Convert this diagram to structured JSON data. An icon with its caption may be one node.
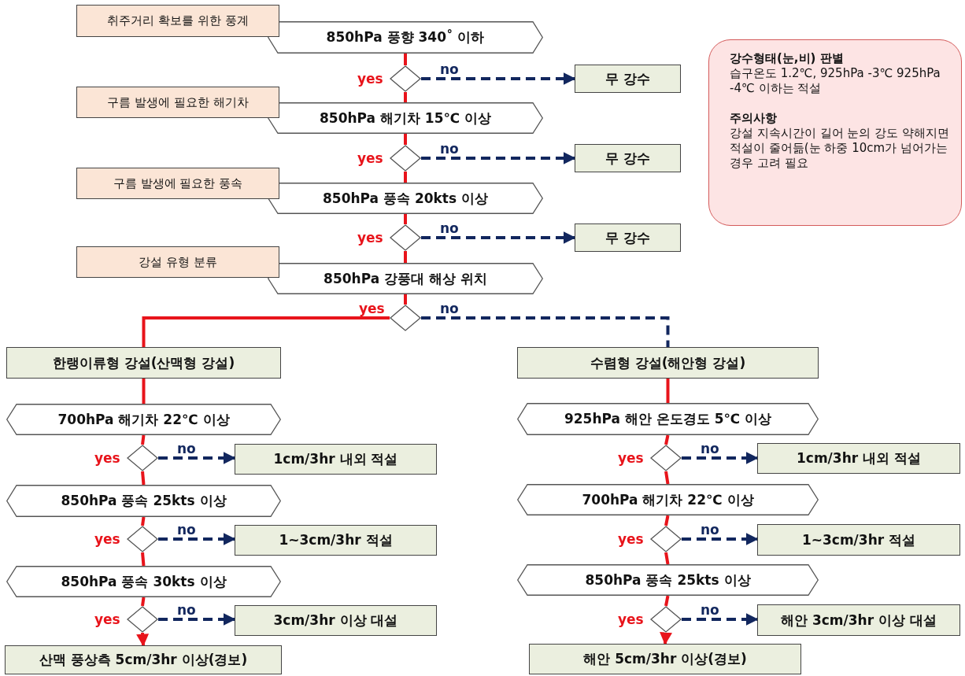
{
  "diagram": {
    "nodes": [
      {
        "text": [
          "취주거리 확보를 위한 풍계"
        ]
      },
      {
        "text": [
          "850hPa 풍향 340˚ 이하"
        ]
      },
      {
        "text": [],
        "shape": "diamond"
      },
      {
        "text": [
          "무 강수"
        ]
      },
      {
        "text": [
          "구름 발생에 필요한 해기차"
        ]
      },
      {
        "text": [
          "850hPa 해기차 15℃ 이상"
        ]
      },
      {
        "text": [],
        "shape": "diamond"
      },
      {
        "text": [
          "무 강수"
        ]
      },
      {
        "text": [
          "구름 발생에 필요한 풍속"
        ]
      },
      {
        "text": [
          "850hPa 풍속 20kts 이상"
        ]
      },
      {
        "text": [],
        "shape": "diamond"
      },
      {
        "text": [
          "무 강수"
        ]
      },
      {
        "text": [
          "강설 유형 분류"
        ]
      },
      {
        "text": [
          "850hPa 강풍대 해상 위치"
        ]
      },
      {
        "text": [],
        "shape": "diamond"
      },
      {
        "text": [
          "한랭이류형 강설(산맥형 강설)"
        ]
      },
      {
        "text": [
          "수렴형 강설(해안형 강설)"
        ]
      },
      {
        "text": [
          "700hPa 해기차 22℃ 이상"
        ]
      },
      {
        "text": [],
        "shape": "diamond"
      },
      {
        "text": [
          "1cm/3hr 내외 적설"
        ]
      },
      {
        "text": [
          "850hPa 풍속 25kts 이상"
        ]
      },
      {
        "text": [],
        "shape": "diamond"
      },
      {
        "text": [
          "1~3cm/3hr 적설"
        ]
      },
      {
        "text": [
          "850hPa 풍속 30kts 이상"
        ]
      },
      {
        "text": [],
        "shape": "diamond"
      },
      {
        "text": [
          "3cm/3hr 이상 대설"
        ]
      },
      {
        "text": [
          "산맥 풍상측 5cm/3hr 이상(경보)"
        ]
      },
      {
        "text": [
          "925hPa 해안 온도경도 5℃ 이상"
        ]
      },
      {
        "text": [],
        "shape": "diamond"
      },
      {
        "text": [
          "1cm/3hr 내외 적설"
        ]
      },
      {
        "text": [
          "700hPa 해기차 22℃ 이상"
        ]
      },
      {
        "text": [],
        "shape": "diamond"
      },
      {
        "text": [
          "1~3cm/3hr 적설"
        ]
      },
      {
        "text": [
          "850hPa 풍속 25kts 이상"
        ]
      },
      {
        "text": [],
        "shape": "diamond"
      },
      {
        "text": [
          "해안 3cm/3hr 이상 대설"
        ]
      },
      {
        "text": [
          "해안 5cm/3hr 이상(경보)"
        ]
      },
      {
        "text": [
          "강수형태(눈,비) 판별",
          "습구온도 1.2℃, 925hPa -3℃ 925hPa -4℃ 이하는 적설",
          "주의사항",
          "강설 지속시간이 길어 눈의 강도 약해지면 적설이 줄어듦(눈 하중 10cm가 넘어가는 경우 고려 필요"
        ]
      }
    ],
    "edges": [
      {
        "from": 1,
        "to": 2,
        "arrow": "none"
      },
      {
        "from": 2,
        "to": 3,
        "arrow": "to",
        "label": "no",
        "style": "dashed",
        "color": "#12275e"
      },
      {
        "from": 2,
        "to": 5,
        "arrow": "none",
        "label": "yes"
      },
      {
        "from": 5,
        "to": 6,
        "arrow": "none"
      },
      {
        "from": 6,
        "to": 7,
        "arrow": "to",
        "label": "no",
        "style": "dashed",
        "color": "#12275e"
      },
      {
        "from": 6,
        "to": 9,
        "arrow": "none",
        "label": "yes"
      },
      {
        "from": 9,
        "to": 10,
        "arrow": "none"
      },
      {
        "from": 10,
        "to": 11,
        "arrow": "to",
        "label": "no",
        "style": "dashed",
        "color": "#12275e"
      },
      {
        "from": 10,
        "to": 13,
        "arrow": "none",
        "label": "yes"
      },
      {
        "from": 13,
        "to": 14,
        "arrow": "none"
      },
      {
        "from": 14,
        "to": 15,
        "arrow": "none",
        "label": "yes"
      },
      {
        "from": 14,
        "to": 16,
        "arrow": "none",
        "label": "no",
        "style": "dashed",
        "color": "#12275e"
      },
      {
        "from": 15,
        "to": 17,
        "arrow": "none"
      },
      {
        "from": 17,
        "to": 18,
        "arrow": "none"
      },
      {
        "from": 18,
        "to": 19,
        "arrow": "to",
        "label": "no",
        "style": "dashed",
        "color": "#12275e"
      },
      {
        "from": 18,
        "to": 20,
        "arrow": "none",
        "label": "yes"
      },
      {
        "from": 20,
        "to": 21,
        "arrow": "none"
      },
      {
        "from": 21,
        "to": 22,
        "arrow": "to",
        "label": "no",
        "style": "dashed",
        "color": "#12275e"
      },
      {
        "from": 21,
        "to": 23,
        "arrow": "none",
        "label": "yes"
      },
      {
        "from": 23,
        "to": 24,
        "arrow": "none"
      },
      {
        "from": 24,
        "to": 25,
        "arrow": "to",
        "label": "no",
        "style": "dashed",
        "color": "#12275e"
      },
      {
        "from": 24,
        "to": 26,
        "arrow": "to",
        "label": "yes"
      },
      {
        "from": 16,
        "to": 27,
        "arrow": "none"
      },
      {
        "from": 27,
        "to": 28,
        "arrow": "none"
      },
      {
        "from": 28,
        "to": 29,
        "arrow": "to",
        "label": "no",
        "style": "dashed",
        "color": "#12275e"
      },
      {
        "from": 28,
        "to": 30,
        "arrow": "none",
        "label": "yes"
      },
      {
        "from": 30,
        "to": 31,
        "arrow": "none"
      },
      {
        "from": 31,
        "to": 32,
        "arrow": "to",
        "label": "no",
        "style": "dashed",
        "color": "#12275e"
      },
      {
        "from": 31,
        "to": 33,
        "arrow": "none",
        "label": "yes"
      },
      {
        "from": 33,
        "to": 34,
        "arrow": "none"
      },
      {
        "from": 34,
        "to": 35,
        "arrow": "to",
        "label": "no",
        "style": "dashed",
        "color": "#12275e"
      },
      {
        "from": 34,
        "to": 36,
        "arrow": "to",
        "label": "yes"
      }
    ]
  }
}
